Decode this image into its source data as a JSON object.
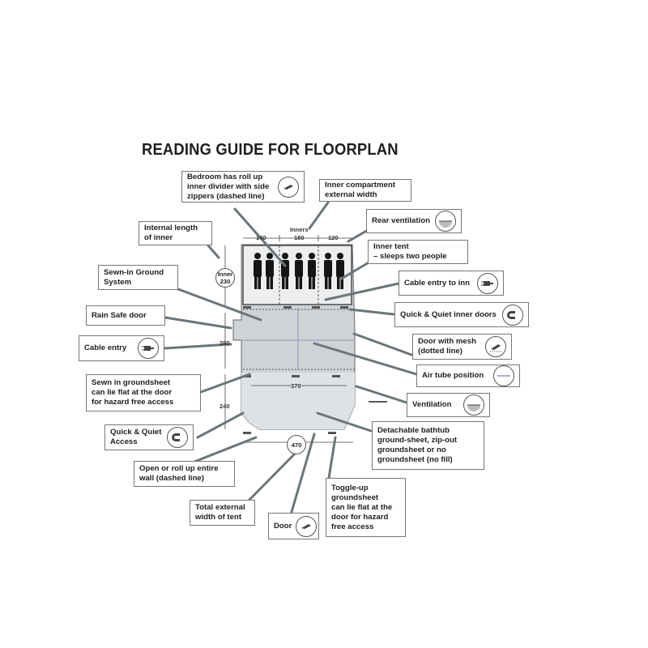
{
  "title": "READING GUIDE FOR FLOORPLAN",
  "dimensions": {
    "inners": "Inners",
    "w140": "140",
    "w180": "180",
    "w120": "120",
    "inner_label": "Inner",
    "inner_length": "230",
    "d290": "290",
    "d240": "240",
    "d370": "370",
    "d470": "470"
  },
  "labels": {
    "bedroom": "Bedroom has roll up\ninner divider with side\nzippers (dashed line)",
    "inner_width": "Inner compartment\nexternal width",
    "rear_vent": "Rear ventilation",
    "internal_length": "Internal length\nof inner",
    "inner_tent": "Inner tent\n– sleeps two people",
    "sewn_ground": "Sewn-in Ground\nSystem",
    "cable_entry_inn": "Cable entry to inn",
    "rain_safe": "Rain Safe door",
    "quick_quiet_inner": "Quick & Quiet inner doors",
    "cable_entry": "Cable entry",
    "door_mesh": "Door with mesh\n(dotted line)",
    "air_tube": "Air tube position",
    "sewn_groundsheet": "Sewn in groundsheet\ncan lie flat at the door\nfor hazard free access",
    "ventilation": "Ventilation",
    "quick_quiet_access": "Quick & Quiet\nAccess",
    "bathtub": "Detachable bathtub\nground-sheet, zip-out\ngroundsheet or no\ngroundsheet (no fill)",
    "open_wall": "Open or roll up entire\nwall (dashed line)",
    "total_width": "Total external\nwidth of tent",
    "door": "Door",
    "toggle_up": "Toggle-up\ngroundsheet\ncan lie flat at the\ndoor for hazard\nfree access"
  }
}
